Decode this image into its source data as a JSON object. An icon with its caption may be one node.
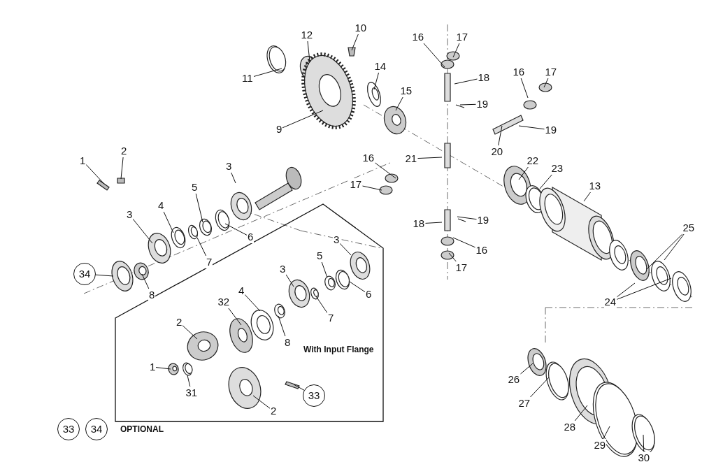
{
  "diagram": {
    "nodes": [
      {
        "text": [
          "1"
        ]
      },
      {
        "text": [
          "2"
        ]
      },
      {
        "text": [
          "3"
        ]
      },
      {
        "text": [
          "5"
        ]
      },
      {
        "text": [
          "3"
        ]
      },
      {
        "text": [
          "4"
        ]
      },
      {
        "text": [
          "6"
        ]
      },
      {
        "text": [
          "7"
        ]
      },
      {
        "text": [
          "34"
        ]
      },
      {
        "text": [
          "8"
        ]
      },
      {
        "text": [
          "3"
        ]
      },
      {
        "text": [
          "5"
        ]
      },
      {
        "text": [
          "3"
        ]
      },
      {
        "text": [
          "6"
        ]
      },
      {
        "text": [
          "32"
        ]
      },
      {
        "text": [
          "4"
        ]
      },
      {
        "text": [
          "7"
        ]
      },
      {
        "text": [
          "8"
        ]
      },
      {
        "text": [
          "2"
        ]
      },
      {
        "text": [
          "1"
        ]
      },
      {
        "text": [
          "31"
        ]
      },
      {
        "text": [
          "2"
        ]
      },
      {
        "text": [
          "33"
        ]
      },
      {
        "text": [
          "12"
        ]
      },
      {
        "text": [
          "11"
        ]
      },
      {
        "text": [
          "10"
        ]
      },
      {
        "text": [
          "9"
        ]
      },
      {
        "text": [
          "14"
        ]
      },
      {
        "text": [
          "15"
        ]
      },
      {
        "text": [
          "16"
        ]
      },
      {
        "text": [
          "17"
        ]
      },
      {
        "text": [
          "18"
        ]
      },
      {
        "text": [
          "19"
        ]
      },
      {
        "text": [
          "16"
        ]
      },
      {
        "text": [
          "17"
        ]
      },
      {
        "text": [
          "19"
        ]
      },
      {
        "text": [
          "20"
        ]
      },
      {
        "text": [
          "21"
        ]
      },
      {
        "text": [
          "16"
        ]
      },
      {
        "text": [
          "17"
        ]
      },
      {
        "text": [
          "22"
        ]
      },
      {
        "text": [
          "23"
        ]
      },
      {
        "text": [
          "13"
        ]
      },
      {
        "text": [
          "18"
        ]
      },
      {
        "text": [
          "19"
        ]
      },
      {
        "text": [
          "16"
        ]
      },
      {
        "text": [
          "17"
        ]
      },
      {
        "text": [
          "25"
        ]
      },
      {
        "text": [
          "24"
        ]
      },
      {
        "text": [
          "26"
        ]
      },
      {
        "text": [
          "27"
        ]
      },
      {
        "text": [
          "28"
        ]
      },
      {
        "text": [
          "29"
        ]
      },
      {
        "text": [
          "30"
        ]
      },
      {
        "text": [
          "33"
        ]
      },
      {
        "text": [
          "34"
        ]
      }
    ],
    "edges": [
      {
        "from": 0,
        "to": null,
        "arrow": "none"
      },
      {
        "from": 1,
        "to": null,
        "arrow": "none"
      },
      {
        "from": 2,
        "to": null,
        "arrow": "none"
      },
      {
        "from": 3,
        "to": null,
        "arrow": "none"
      },
      {
        "from": 4,
        "to": null,
        "arrow": "none"
      },
      {
        "from": 5,
        "to": null,
        "arrow": "none"
      },
      {
        "from": 6,
        "to": null,
        "arrow": "none"
      },
      {
        "from": 7,
        "to": null,
        "arrow": "none"
      },
      {
        "from": 8,
        "to": null,
        "arrow": "none"
      },
      {
        "from": 9,
        "to": null,
        "arrow": "none"
      },
      {
        "from": 10,
        "to": null,
        "arrow": "none"
      },
      {
        "from": 11,
        "to": null,
        "arrow": "none"
      },
      {
        "from": 12,
        "to": null,
        "arrow": "none"
      },
      {
        "from": 13,
        "to": null,
        "arrow": "none"
      },
      {
        "from": 14,
        "to": null,
        "arrow": "none"
      },
      {
        "from": 15,
        "to": null,
        "arrow": "none"
      },
      {
        "from": 16,
        "to": null,
        "arrow": "none"
      },
      {
        "from": 17,
        "to": null,
        "arrow": "none"
      },
      {
        "from": 18,
        "to": null,
        "arrow": "none"
      },
      {
        "from": 19,
        "to": null,
        "arrow": "none"
      },
      {
        "from": 20,
        "to": null,
        "arrow": "none"
      },
      {
        "from": 21,
        "to": null,
        "arrow": "none"
      },
      {
        "from": 22,
        "to": null,
        "arrow": "none"
      },
      {
        "from": 23,
        "to": null,
        "arrow": "none"
      },
      {
        "from": 24,
        "to": null,
        "arrow": "none"
      },
      {
        "from": 25,
        "to": null,
        "arrow": "none"
      },
      {
        "from": 26,
        "to": null,
        "arrow": "none"
      },
      {
        "from": 27,
        "to": null,
        "arrow": "none"
      },
      {
        "from": 28,
        "to": null,
        "arrow": "none"
      },
      {
        "from": 29,
        "to": null,
        "arrow": "none"
      },
      {
        "from": 30,
        "to": null,
        "arrow": "none"
      },
      {
        "from": 31,
        "to": null,
        "arrow": "none"
      },
      {
        "from": 32,
        "to": null,
        "arrow": "none"
      },
      {
        "from": 33,
        "to": null,
        "arrow": "none"
      },
      {
        "from": 34,
        "to": null,
        "arrow": "none"
      },
      {
        "from": 35,
        "to": null,
        "arrow": "none"
      },
      {
        "from": 36,
        "to": null,
        "arrow": "none"
      },
      {
        "from": 37,
        "to": null,
        "arrow": "none"
      },
      {
        "from": 38,
        "to": null,
        "arrow": "none"
      },
      {
        "from": 39,
        "to": null,
        "arrow": "none"
      },
      {
        "from": 40,
        "to": null,
        "arrow": "none"
      },
      {
        "from": 41,
        "to": null,
        "arrow": "none"
      },
      {
        "from": 42,
        "to": null,
        "arrow": "none"
      },
      {
        "from": 43,
        "to": null,
        "arrow": "none"
      },
      {
        "from": 44,
        "to": null,
        "arrow": "none"
      },
      {
        "from": 45,
        "to": null,
        "arrow": "none"
      },
      {
        "from": 46,
        "to": null,
        "arrow": "none"
      },
      {
        "from": 47,
        "to": null,
        "arrow": "none"
      },
      {
        "from": 47,
        "to": null,
        "arrow": "none"
      },
      {
        "from": 48,
        "to": null,
        "arrow": "none"
      },
      {
        "from": 48,
        "to": null,
        "arrow": "none"
      },
      {
        "from": 49,
        "to": null,
        "arrow": "none"
      },
      {
        "from": 50,
        "to": null,
        "arrow": "none"
      },
      {
        "from": 51,
        "to": null,
        "arrow": "none"
      },
      {
        "from": 52,
        "to": null,
        "arrow": "none"
      },
      {
        "from": 53,
        "to": null,
        "arrow": "none"
      }
    ],
    "labels": [
      "With Input Flange",
      "OPTIONAL"
    ]
  }
}
